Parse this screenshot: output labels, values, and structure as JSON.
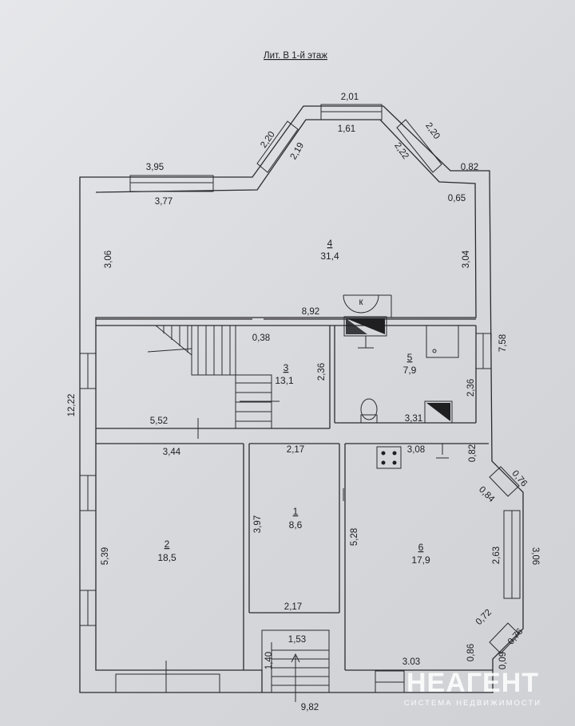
{
  "title": "Лит. В  1-й этаж",
  "rooms": [
    {
      "number": "1",
      "area": "8,6"
    },
    {
      "number": "2",
      "area": "18,5"
    },
    {
      "number": "3",
      "area": "13,1"
    },
    {
      "number": "4",
      "area": "31,4"
    },
    {
      "number": "5",
      "area": "7,9"
    },
    {
      "number": "6",
      "area": "17,9"
    }
  ],
  "fixture_label": "к",
  "dimensions": {
    "bay_top_outer": "2,01",
    "bay_top_inner": "1,61",
    "bay_left_outer": "2,20",
    "bay_left_inner": "2,19",
    "bay_right_outer": "2,20",
    "bay_right_inner": "2,22",
    "top_left_outer": "3,95",
    "top_left_inner": "3,77",
    "top_right_outer": "0,82",
    "top_right_inner": "0,65",
    "room4_left": "3,06",
    "room4_right": "3,04",
    "room4_bottom": "8,92",
    "stair_offset": "0,38",
    "room3_height": "2,36",
    "room3_width": "5,52",
    "room5_height": "2,36",
    "room5_width": "3,31",
    "right_outer": "7,58",
    "left_outer": "12,22",
    "room2_top": "3,44",
    "room2_height": "5,39",
    "room1_top": "2,17",
    "room1_height": "3,97",
    "room1_bottom": "2,17",
    "room6_top": "3,08",
    "room6_top_right": "0,82",
    "room6_height": "5,28",
    "bay2_top_outer": "0,76",
    "bay2_top_inner": "0,84",
    "bay2_outer": "3,06",
    "bay2_inner": "2,63",
    "bay2_bottom_inner": "0,72",
    "bay2_bottom_outer": "0,76",
    "bottom_right_inner": "0,86",
    "bottom_right_outer": "0,09",
    "room6_bottom": "3.03",
    "vestibule_width": "1,53",
    "vestibule_height": "1,40",
    "bottom_outer": "9,82"
  },
  "watermark": {
    "brand": "НЕАГЕНТ",
    "tagline": "СИСТЕМА НЕДВИЖИМОСТИ"
  }
}
